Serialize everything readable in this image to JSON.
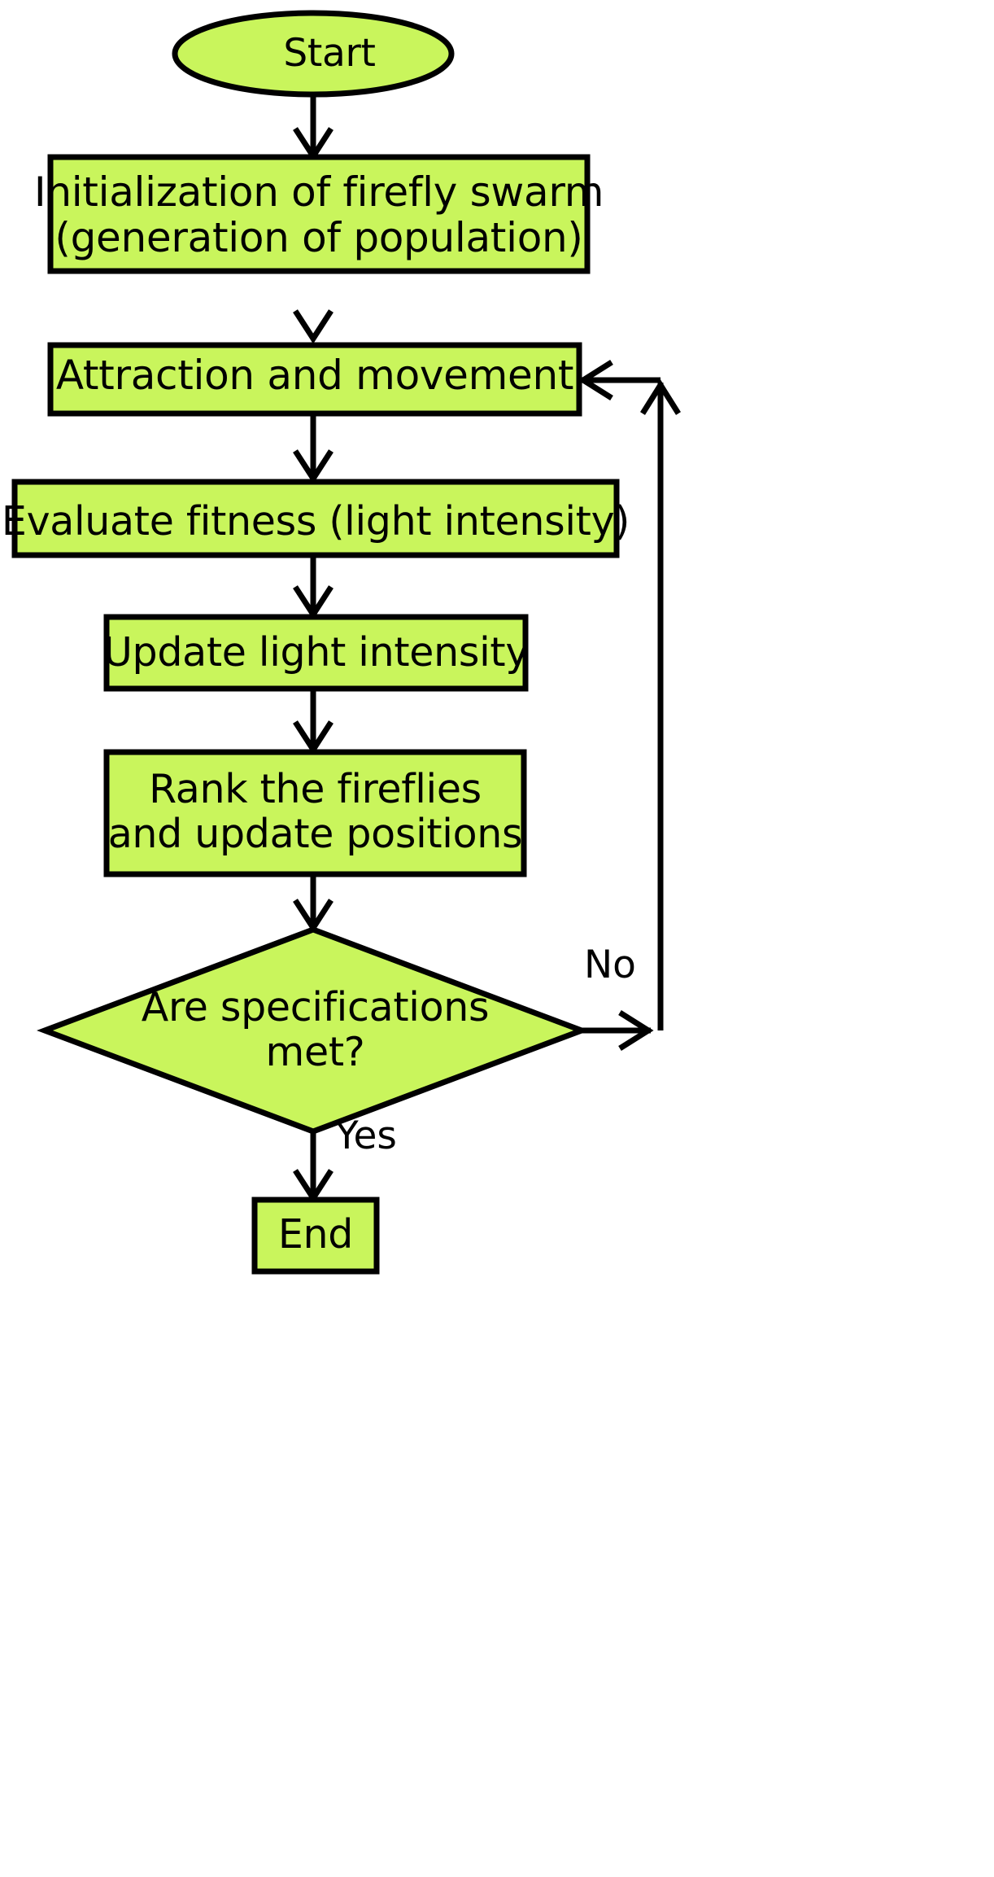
{
  "diagram": {
    "title": "Firefly algorithm flowchart",
    "colors": {
      "node_fill": "#c9f55c",
      "stroke": "#000000",
      "background": "#ffffff",
      "text": "#000000"
    },
    "nodes": [
      {
        "id": "start",
        "shape": "ellipse",
        "lines": [
          "Start"
        ]
      },
      {
        "id": "initialization",
        "shape": "rectangle",
        "lines": [
          "Initialization of firefly swarm",
          "(generation of population)"
        ]
      },
      {
        "id": "attraction",
        "shape": "rectangle",
        "lines": [
          "Attraction and movement"
        ]
      },
      {
        "id": "evaluate",
        "shape": "rectangle",
        "lines": [
          "Evaluate fitness (light intensity)"
        ]
      },
      {
        "id": "update_intensity",
        "shape": "rectangle",
        "lines": [
          "Update light intensity"
        ]
      },
      {
        "id": "rank",
        "shape": "rectangle",
        "lines": [
          "Rank the fireflies",
          "and update positions"
        ]
      },
      {
        "id": "decision",
        "shape": "diamond",
        "lines": [
          "Are specifications",
          "met?"
        ]
      },
      {
        "id": "end",
        "shape": "rectangle",
        "lines": [
          "End"
        ]
      }
    ],
    "edge_labels": {
      "no": "No",
      "yes": "Yes"
    },
    "edges": [
      {
        "from": "start",
        "to": "initialization",
        "label": ""
      },
      {
        "from": "initialization",
        "to": "attraction",
        "label": ""
      },
      {
        "from": "attraction",
        "to": "evaluate",
        "label": ""
      },
      {
        "from": "evaluate",
        "to": "update_intensity",
        "label": ""
      },
      {
        "from": "update_intensity",
        "to": "rank",
        "label": ""
      },
      {
        "from": "rank",
        "to": "decision",
        "label": ""
      },
      {
        "from": "decision",
        "to": "attraction",
        "label": "No"
      },
      {
        "from": "decision",
        "to": "end",
        "label": "Yes"
      }
    ]
  }
}
